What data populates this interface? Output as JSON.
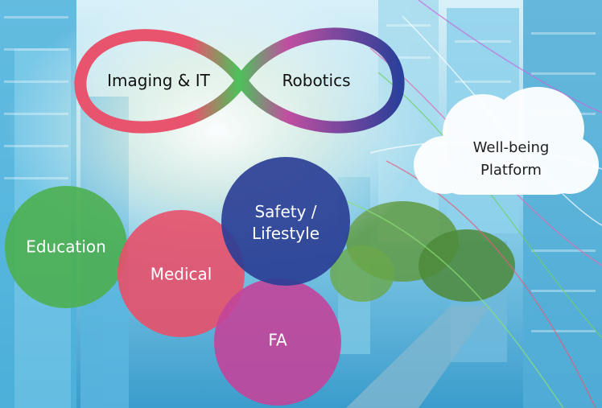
{
  "infinity": {
    "left_label": "Imaging & IT",
    "right_label": "Robotics",
    "colors": [
      "#e8546e",
      "#4cc15a",
      "#c04fa0",
      "#2c3f9a"
    ]
  },
  "cloud": {
    "line1": "Well-being",
    "line2": "Platform"
  },
  "circles": {
    "education": {
      "label": "Education",
      "color": "#4caf50"
    },
    "medical": {
      "label": "Medical",
      "color": "#e8506a"
    },
    "safety": {
      "line1": "Safety /",
      "line2": "Lifestyle",
      "color": "#2b3f95"
    },
    "fa": {
      "label": "FA",
      "color": "#c3449a"
    }
  },
  "background": {
    "sky": "#bfe6f3",
    "city": "#3ba8d6",
    "trees": "#4d8a3a"
  }
}
